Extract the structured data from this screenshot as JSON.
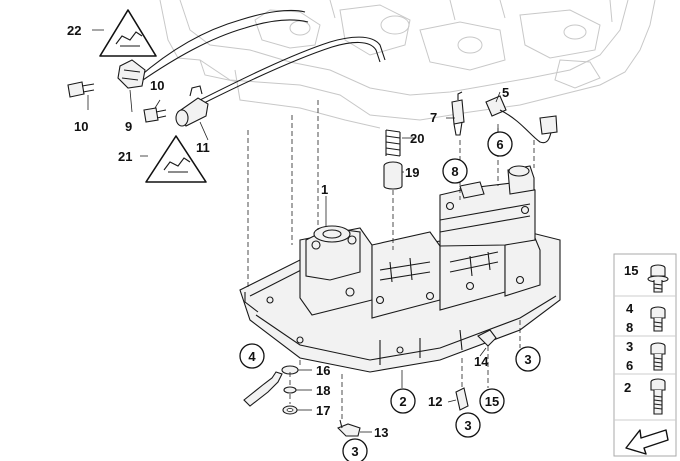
{
  "callouts": [
    {
      "id": "c22",
      "text": "22",
      "circled": false
    },
    {
      "id": "c10a",
      "text": "10",
      "circled": false
    },
    {
      "id": "c10b",
      "text": "10",
      "circled": false
    },
    {
      "id": "c9",
      "text": "9",
      "circled": false
    },
    {
      "id": "c11",
      "text": "11",
      "circled": false
    },
    {
      "id": "c21",
      "text": "21",
      "circled": false
    },
    {
      "id": "c5",
      "text": "5",
      "circled": false
    },
    {
      "id": "c7",
      "text": "7",
      "circled": false
    },
    {
      "id": "c6",
      "text": "6",
      "circled": true
    },
    {
      "id": "c20",
      "text": "20",
      "circled": false
    },
    {
      "id": "c19",
      "text": "19",
      "circled": false
    },
    {
      "id": "c8",
      "text": "8",
      "circled": true
    },
    {
      "id": "c1",
      "text": "1",
      "circled": false
    },
    {
      "id": "c4",
      "text": "4",
      "circled": true
    },
    {
      "id": "c16",
      "text": "16",
      "circled": false
    },
    {
      "id": "c18",
      "text": "18",
      "circled": false
    },
    {
      "id": "c17",
      "text": "17",
      "circled": false
    },
    {
      "id": "c13",
      "text": "13",
      "circled": false
    },
    {
      "id": "c3a",
      "text": "3",
      "circled": true
    },
    {
      "id": "c2",
      "text": "2",
      "circled": true
    },
    {
      "id": "c12",
      "text": "12",
      "circled": false
    },
    {
      "id": "c3b",
      "text": "3",
      "circled": true
    },
    {
      "id": "c14",
      "text": "14",
      "circled": false
    },
    {
      "id": "c15",
      "text": "15",
      "circled": true
    },
    {
      "id": "c3c",
      "text": "3",
      "circled": true
    }
  ],
  "side_panel": {
    "rows": [
      {
        "labels": [
          "15"
        ],
        "icon": "flange-bolt-icon"
      },
      {
        "labels": [
          "4",
          "8"
        ],
        "icon": "short-bolt-icon"
      },
      {
        "labels": [
          "3",
          "6"
        ],
        "icon": "medium-bolt-icon"
      },
      {
        "labels": [
          "2"
        ],
        "icon": "long-bolt-icon"
      }
    ],
    "footer_icon": "direction-arrow-icon"
  },
  "warning_icons": [
    "electrical-warning-icon",
    "electrical-warning-icon"
  ],
  "colors": {
    "ink": "#1a1a1a",
    "ghost": "#c8c8c8",
    "panel_border": "#aaaaaa"
  }
}
